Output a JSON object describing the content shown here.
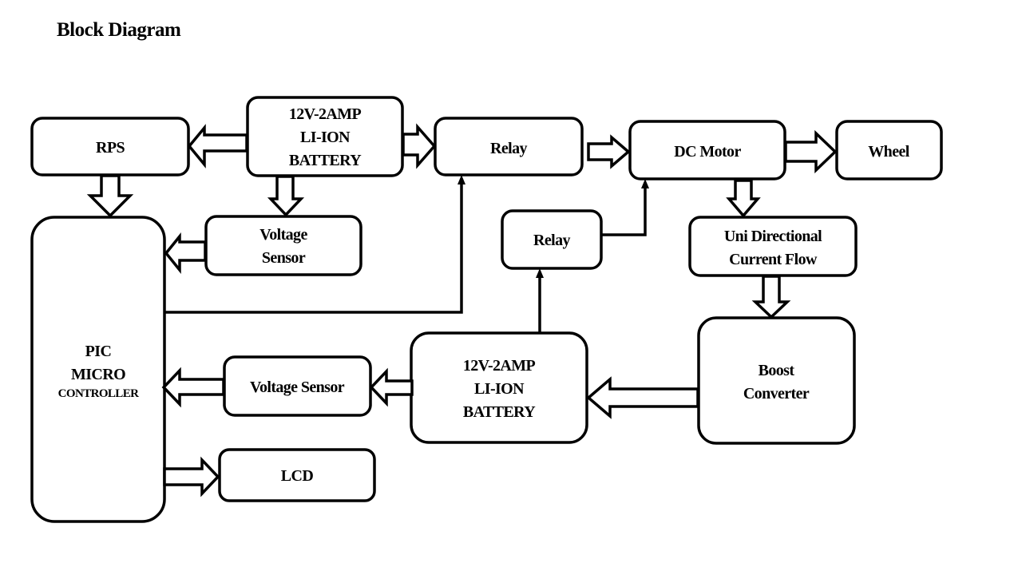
{
  "title": "Block Diagram",
  "colors": {
    "stroke": "#000000",
    "background": "#ffffff"
  },
  "blocks": {
    "rps": {
      "lines": [
        "RPS"
      ]
    },
    "battery_top": {
      "lines": [
        "12V-2AMP",
        "LI-ION",
        "BATTERY"
      ]
    },
    "relay_top": {
      "lines": [
        "Relay"
      ]
    },
    "dc_motor": {
      "lines": [
        "DC Motor"
      ]
    },
    "wheel": {
      "lines": [
        "Wheel"
      ]
    },
    "voltage_sensor_top": {
      "lines": [
        "Voltage",
        "Sensor"
      ]
    },
    "relay_mid": {
      "lines": [
        "Relay"
      ]
    },
    "uni_directional": {
      "lines": [
        "Uni Directional",
        "Current Flow"
      ]
    },
    "pic": {
      "lines": [
        "PIC",
        "MICRO",
        "CONTROLLER"
      ]
    },
    "voltage_sensor_bottom": {
      "lines": [
        "Voltage Sensor"
      ]
    },
    "battery_bottom": {
      "lines": [
        "12V-2AMP",
        "LI-ION",
        "BATTERY"
      ]
    },
    "boost_converter": {
      "lines": [
        "Boost",
        "Converter"
      ]
    },
    "lcd": {
      "lines": [
        "LCD"
      ]
    }
  },
  "connections": [
    {
      "from": "battery_top",
      "to": "rps",
      "kind": "power"
    },
    {
      "from": "battery_top",
      "to": "relay_top",
      "kind": "power"
    },
    {
      "from": "battery_top",
      "to": "voltage_sensor_top",
      "kind": "power"
    },
    {
      "from": "rps",
      "to": "pic",
      "kind": "power"
    },
    {
      "from": "voltage_sensor_top",
      "to": "pic",
      "kind": "power"
    },
    {
      "from": "relay_top",
      "to": "dc_motor",
      "kind": "power"
    },
    {
      "from": "dc_motor",
      "to": "wheel",
      "kind": "power"
    },
    {
      "from": "dc_motor",
      "to": "uni_directional",
      "kind": "power"
    },
    {
      "from": "uni_directional",
      "to": "boost_converter",
      "kind": "power"
    },
    {
      "from": "boost_converter",
      "to": "battery_bottom",
      "kind": "power"
    },
    {
      "from": "battery_bottom",
      "to": "voltage_sensor_bottom",
      "kind": "power"
    },
    {
      "from": "voltage_sensor_bottom",
      "to": "pic",
      "kind": "power"
    },
    {
      "from": "pic",
      "to": "lcd",
      "kind": "power"
    },
    {
      "from": "pic",
      "to": "relay_top",
      "kind": "signal"
    },
    {
      "from": "battery_bottom",
      "to": "relay_mid",
      "kind": "signal"
    },
    {
      "from": "relay_mid",
      "to": "dc_motor",
      "kind": "signal"
    }
  ]
}
